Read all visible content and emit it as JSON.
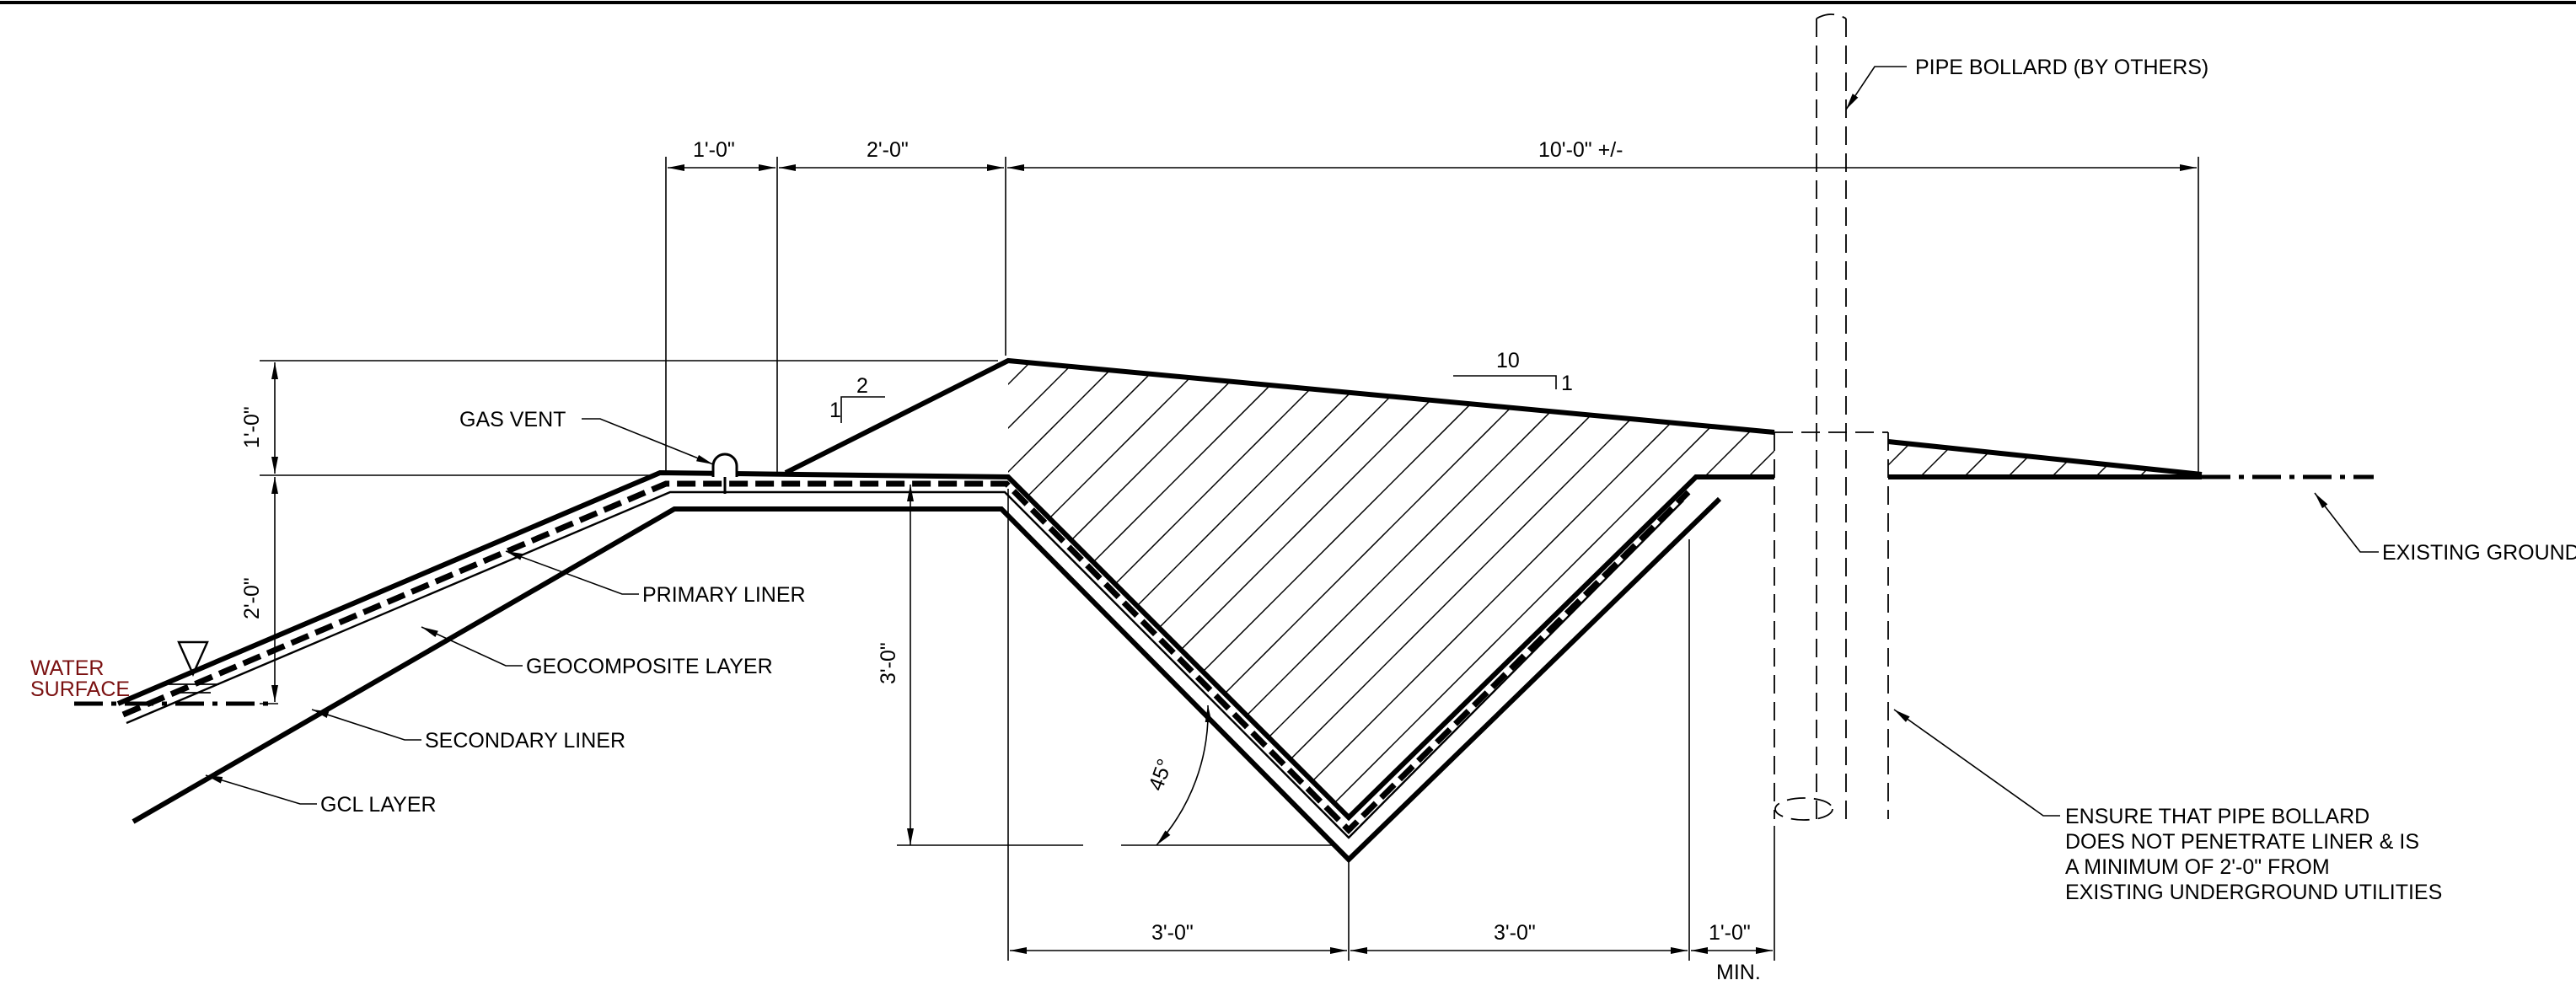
{
  "dimensions": {
    "vent_offset": "1'-0\"",
    "vent_to_crest": "2'-0\"",
    "crest_to_ground": "10'-0\" +/-",
    "berm_height": "1'-0\"",
    "water_to_crest": "2'-0\"",
    "trench_depth": "3'-0\"",
    "trench_left_width": "3'-0\"",
    "trench_right_width": "3'-0\"",
    "bollard_clearance": "1'-0\"",
    "bollard_clearance_note": "MIN.",
    "trench_angle": "45°"
  },
  "slopes": {
    "left": {
      "rise": "1",
      "run": "2"
    },
    "top": {
      "run": "10",
      "rise": "1"
    }
  },
  "labels": {
    "pipe_bollard": "PIPE BOLLARD (BY OTHERS)",
    "gas_vent": "GAS VENT",
    "primary_liner": "PRIMARY LINER",
    "geocomposite_layer": "GEOCOMPOSITE LAYER",
    "secondary_liner": "SECONDARY LINER",
    "gcl_layer": "GCL LAYER",
    "water_surface_line1": "WATER",
    "water_surface_line2": "SURFACE",
    "existing_ground": "EXISTING GROUND",
    "ensure_note": [
      "ENSURE THAT PIPE BOLLARD",
      "DOES NOT PENETRATE LINER & IS",
      "A MINIMUM OF 2'-0\" FROM",
      "EXISTING UNDERGROUND UTILITIES"
    ]
  }
}
